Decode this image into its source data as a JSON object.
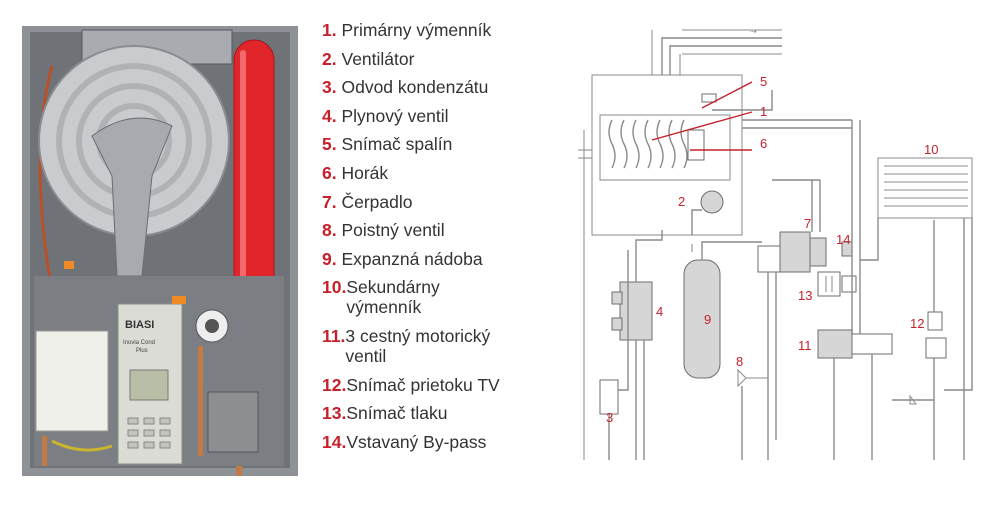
{
  "photo": {
    "brand_label": "BIASI",
    "model_label": "Inovia Cond Plus",
    "colors": {
      "expansion_vessel": "#e0262b",
      "casing": "#8e9196",
      "heat_exchanger": "#c9cbce",
      "control_panel": "#dcdcd6"
    }
  },
  "legend": {
    "number_color": "#c8202a",
    "items": [
      {
        "num": "1.",
        "label": "Primárny výmenník"
      },
      {
        "num": "2.",
        "label": "Ventilátor"
      },
      {
        "num": "3.",
        "label": "Odvod kondenzátu"
      },
      {
        "num": "4.",
        "label": "Plynový ventil"
      },
      {
        "num": "5.",
        "label": "Snímač spalín"
      },
      {
        "num": "6.",
        "label": "Horák"
      },
      {
        "num": "7.",
        "label": "Čerpadlo"
      },
      {
        "num": "8.",
        "label": "Poistný ventil"
      },
      {
        "num": "9.",
        "label": "Expanzná nádoba"
      },
      {
        "num": "10.",
        "label": "Sekundárny výmenník",
        "line1": "Sekundárny",
        "line2": "výmenník"
      },
      {
        "num": "11.",
        "label": "3 cestný motorický ventil",
        "line1": "3 cestný motorický",
        "line2": "ventil"
      },
      {
        "num": "12.",
        "label": "Snímač prietoku TV"
      },
      {
        "num": "13.",
        "label": "Snímač tlaku"
      },
      {
        "num": "14.",
        "label": "Vstavaný By-pass"
      }
    ]
  },
  "schematic": {
    "callouts": [
      "1",
      "2",
      "3",
      "4",
      "5",
      "6",
      "7",
      "8",
      "9",
      "10",
      "11",
      "12",
      "13",
      "14"
    ]
  }
}
